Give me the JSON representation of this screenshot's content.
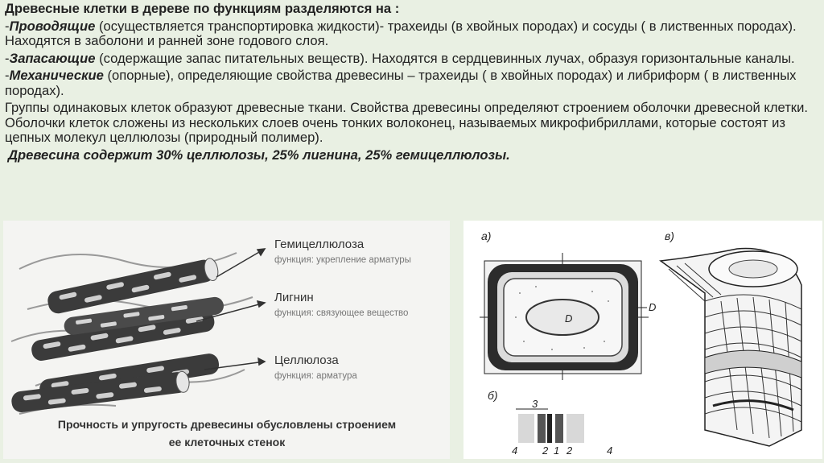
{
  "heading": "Древесные клетки в дереве по функциям разделяются на :",
  "items": [
    {
      "prefix": "-",
      "term": "Проводящие",
      "rest": " (осуществляется транспортировка жидкости)- трахеиды (в хвойных породах) и сосуды ( в лиственных породах). Находятся в заболони и ранней зоне годового слоя."
    },
    {
      "prefix": "-",
      "term": "Запасающие",
      "rest": " (содержащие запас питательных веществ). Находятся в сердцевинных лучах, образуя горизонтальные каналы."
    },
    {
      "prefix": "-",
      "term": "Механические",
      "rest": " (опорные), определяющие свойства древесины – трахеиды ( в хвойных породах) и либриформ ( в лиственных породах)."
    }
  ],
  "paragraph": "Группы одинаковых клеток образуют древесные ткани. Свойства древесины определяют строением оболочки древесной клетки. Оболочки клеток сложены из нескольких слоев очень тонких волоконец, называемых микрофибриллами, которые состоят из цепных молекул целлюлозы (природный полимер).",
  "summary": "Древесина содержит 30% целлюлозы, 25% лигнина, 25% гемицеллюлозы.",
  "left_figure": {
    "labels": [
      {
        "name": "Гемицеллюлоза",
        "func": "функция: укрепление арматуры"
      },
      {
        "name": "Лигнин",
        "func": "функция: связующее вещество"
      },
      {
        "name": "Целлюлоза",
        "func": "функция: арматура"
      }
    ],
    "caption_line1": "Прочность и упругость древесины обусловлены строением",
    "caption_line2": "ее клеточных стенок"
  },
  "right_figure": {
    "label_a": "а)",
    "label_b": "б)",
    "label_v": "в)",
    "label_D_inner": "D",
    "label_D_outer": "D",
    "layer_numbers": [
      "3",
      "4",
      "2",
      "1",
      "2",
      "4"
    ]
  }
}
